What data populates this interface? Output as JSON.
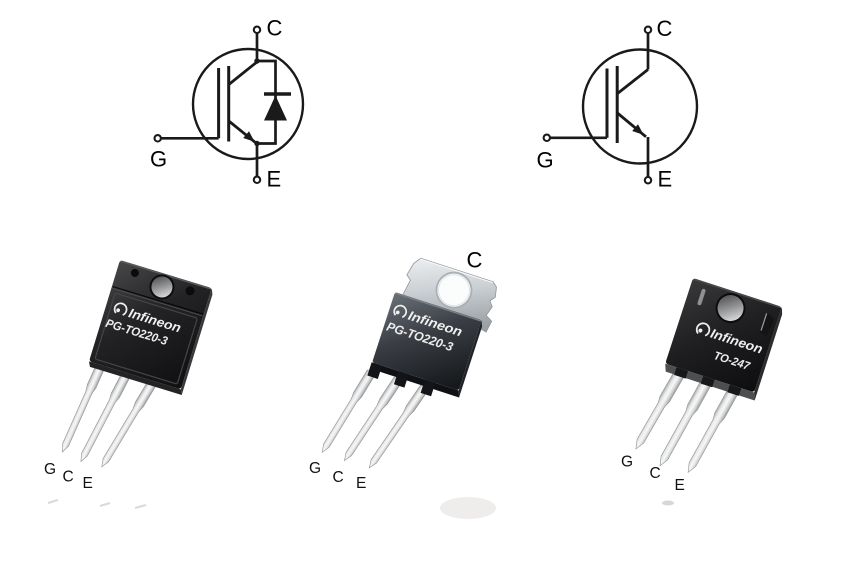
{
  "schematics": {
    "igbt_with_diode": {
      "collector": "C",
      "gate": "G",
      "emitter": "E"
    },
    "igbt": {
      "collector": "C",
      "gate": "G",
      "emitter": "E"
    }
  },
  "packages": {
    "fullpak": {
      "brand": "Infineon",
      "print": "PG-TO220-3",
      "pin_g": "G",
      "pin_c": "C",
      "pin_e": "E"
    },
    "to220": {
      "brand": "Infineon",
      "print": "PG-TO220-3",
      "tab_label": "C",
      "pin_g": "G",
      "pin_c": "C",
      "pin_e": "E"
    },
    "to247": {
      "brand": "Infineon",
      "print": "TO-247",
      "pin_g": "G",
      "pin_c": "C",
      "pin_e": "E"
    }
  },
  "colors": {
    "background": "#ffffff",
    "schematic_line": "#1a1a1a",
    "label_text": "#000000",
    "package_body_dark": "#1d1d1f",
    "package_body_gray": "#3c4147",
    "metal_tab": "#c6cbcf",
    "lead_silver": "#dcdddd",
    "package_print": "#efefef"
  }
}
